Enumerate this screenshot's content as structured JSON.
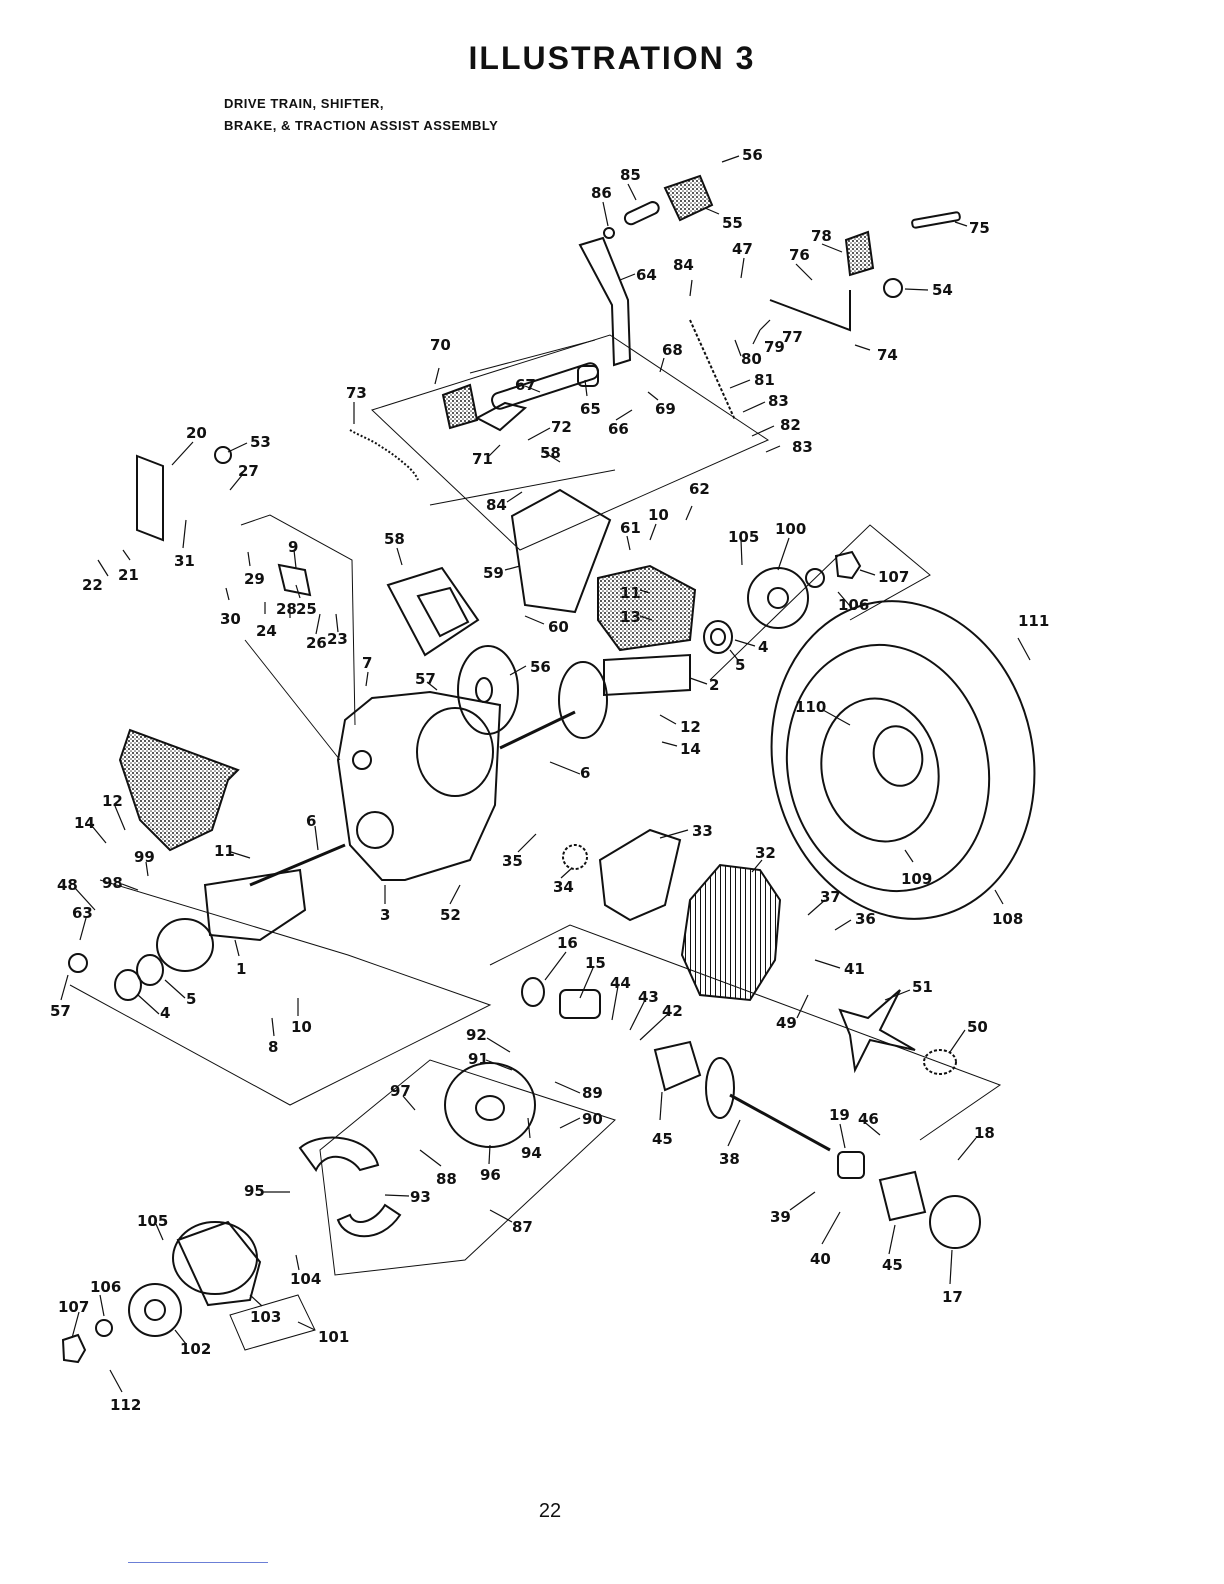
{
  "header": {
    "title": "ILLUSTRATION  3",
    "subtitle_line1": "DRIVE TRAIN, SHIFTER,",
    "subtitle_line2": "BRAKE, & TRACTION ASSIST ASSEMBLY"
  },
  "callouts": [
    {
      "id": "c1",
      "text": "56"
    },
    {
      "id": "c2",
      "text": "85"
    },
    {
      "id": "c3",
      "text": "86"
    },
    {
      "id": "c4",
      "text": "55"
    },
    {
      "id": "c5",
      "text": "75"
    },
    {
      "id": "c6",
      "text": "78"
    },
    {
      "id": "c7",
      "text": "47"
    },
    {
      "id": "c8",
      "text": "76"
    },
    {
      "id": "c9",
      "text": "84"
    },
    {
      "id": "c10",
      "text": "64"
    },
    {
      "id": "c11",
      "text": "54"
    },
    {
      "id": "c12",
      "text": "77"
    },
    {
      "id": "c13",
      "text": "79"
    },
    {
      "id": "c14",
      "text": "80"
    },
    {
      "id": "c15",
      "text": "74"
    },
    {
      "id": "c16",
      "text": "70"
    },
    {
      "id": "c17",
      "text": "68"
    },
    {
      "id": "c18",
      "text": "67"
    },
    {
      "id": "c19",
      "text": "81"
    },
    {
      "id": "c20",
      "text": "73"
    },
    {
      "id": "c21",
      "text": "65"
    },
    {
      "id": "c22",
      "text": "69"
    },
    {
      "id": "c23",
      "text": "83"
    },
    {
      "id": "c24",
      "text": "66"
    },
    {
      "id": "c25",
      "text": "72"
    },
    {
      "id": "c26",
      "text": "82"
    },
    {
      "id": "c27",
      "text": "20"
    },
    {
      "id": "c28",
      "text": "53"
    },
    {
      "id": "c29",
      "text": "71"
    },
    {
      "id": "c30",
      "text": "58"
    },
    {
      "id": "c31",
      "text": "83"
    },
    {
      "id": "c32",
      "text": "27"
    },
    {
      "id": "c33",
      "text": "62"
    },
    {
      "id": "c34",
      "text": "84"
    },
    {
      "id": "c35",
      "text": "10"
    },
    {
      "id": "c36",
      "text": "61"
    },
    {
      "id": "c37",
      "text": "105"
    },
    {
      "id": "c38",
      "text": "100"
    },
    {
      "id": "c39",
      "text": "58"
    },
    {
      "id": "c40",
      "text": "9"
    },
    {
      "id": "c41",
      "text": "21"
    },
    {
      "id": "c42",
      "text": "31"
    },
    {
      "id": "c43",
      "text": "29"
    },
    {
      "id": "c44",
      "text": "22"
    },
    {
      "id": "c45",
      "text": "59"
    },
    {
      "id": "c46",
      "text": "11"
    },
    {
      "id": "c47",
      "text": "107"
    },
    {
      "id": "c48",
      "text": "30"
    },
    {
      "id": "c49",
      "text": "25"
    },
    {
      "id": "c50",
      "text": "24"
    },
    {
      "id": "c51",
      "text": "28"
    },
    {
      "id": "c52",
      "text": "106"
    },
    {
      "id": "c53",
      "text": "13"
    },
    {
      "id": "c54",
      "text": "111"
    },
    {
      "id": "c55",
      "text": "60"
    },
    {
      "id": "c56",
      "text": "26"
    },
    {
      "id": "c57",
      "text": "23"
    },
    {
      "id": "c58",
      "text": "4"
    },
    {
      "id": "c59",
      "text": "7"
    },
    {
      "id": "c60",
      "text": "56"
    },
    {
      "id": "c61",
      "text": "5"
    },
    {
      "id": "c62",
      "text": "57"
    },
    {
      "id": "c63",
      "text": "2"
    },
    {
      "id": "c64",
      "text": "110"
    },
    {
      "id": "c65",
      "text": "12"
    },
    {
      "id": "c66",
      "text": "14"
    },
    {
      "id": "c67",
      "text": "6"
    },
    {
      "id": "c68",
      "text": "12"
    },
    {
      "id": "c69",
      "text": "14"
    },
    {
      "id": "c70",
      "text": "6"
    },
    {
      "id": "c71",
      "text": "33"
    },
    {
      "id": "c72",
      "text": "32"
    },
    {
      "id": "c73",
      "text": "11"
    },
    {
      "id": "c74",
      "text": "35"
    },
    {
      "id": "c75",
      "text": "99"
    },
    {
      "id": "c76",
      "text": "109"
    },
    {
      "id": "c77",
      "text": "34"
    },
    {
      "id": "c78",
      "text": "48"
    },
    {
      "id": "c79",
      "text": "98"
    },
    {
      "id": "c80",
      "text": "37"
    },
    {
      "id": "c81",
      "text": "63"
    },
    {
      "id": "c82",
      "text": "3"
    },
    {
      "id": "c83",
      "text": "52"
    },
    {
      "id": "c84",
      "text": "36"
    },
    {
      "id": "c85",
      "text": "108"
    },
    {
      "id": "c86",
      "text": "16"
    },
    {
      "id": "c87",
      "text": "15"
    },
    {
      "id": "c88",
      "text": "1"
    },
    {
      "id": "c89",
      "text": "41"
    },
    {
      "id": "c90",
      "text": "44"
    },
    {
      "id": "c91",
      "text": "43"
    },
    {
      "id": "c92",
      "text": "51"
    },
    {
      "id": "c93",
      "text": "5"
    },
    {
      "id": "c94",
      "text": "42"
    },
    {
      "id": "c95",
      "text": "57"
    },
    {
      "id": "c96",
      "text": "4"
    },
    {
      "id": "c97",
      "text": "10"
    },
    {
      "id": "c98",
      "text": "49"
    },
    {
      "id": "c99",
      "text": "50"
    },
    {
      "id": "c100",
      "text": "8"
    },
    {
      "id": "c101",
      "text": "92"
    },
    {
      "id": "c102",
      "text": "91"
    },
    {
      "id": "c103",
      "text": "97"
    },
    {
      "id": "c104",
      "text": "89"
    },
    {
      "id": "c105",
      "text": "90"
    },
    {
      "id": "c106",
      "text": "45"
    },
    {
      "id": "c107",
      "text": "19"
    },
    {
      "id": "c108",
      "text": "46"
    },
    {
      "id": "c109",
      "text": "18"
    },
    {
      "id": "c110",
      "text": "94"
    },
    {
      "id": "c111",
      "text": "38"
    },
    {
      "id": "c112",
      "text": "88"
    },
    {
      "id": "c113",
      "text": "96"
    },
    {
      "id": "c114",
      "text": "95"
    },
    {
      "id": "c115",
      "text": "93"
    },
    {
      "id": "c116",
      "text": "39"
    },
    {
      "id": "c117",
      "text": "105"
    },
    {
      "id": "c118",
      "text": "87"
    },
    {
      "id": "c119",
      "text": "40"
    },
    {
      "id": "c120",
      "text": "45"
    },
    {
      "id": "c121",
      "text": "104"
    },
    {
      "id": "c122",
      "text": "106"
    },
    {
      "id": "c123",
      "text": "17"
    },
    {
      "id": "c124",
      "text": "107"
    },
    {
      "id": "c125",
      "text": "103"
    },
    {
      "id": "c126",
      "text": "101"
    },
    {
      "id": "c127",
      "text": "102"
    },
    {
      "id": "c128",
      "text": "112"
    }
  ],
  "footer": {
    "page_number": "22"
  }
}
